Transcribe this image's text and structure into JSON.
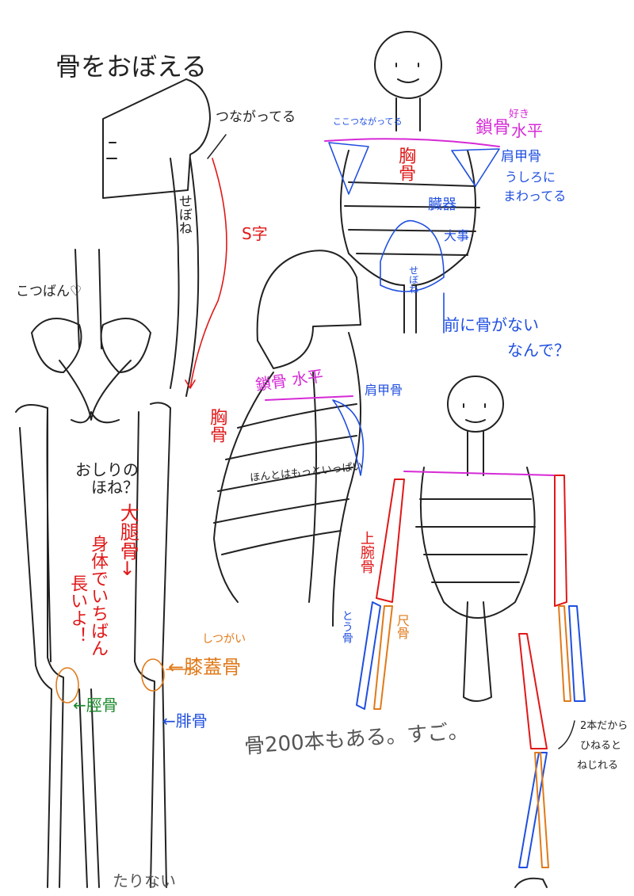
{
  "title": "骨をおぼえる",
  "colors": {
    "ink": "#222222",
    "red": "#e01818",
    "blue": "#1f4fe0",
    "magenta": "#d62ad6",
    "orange": "#e07a1a",
    "green": "#1a8a2a"
  },
  "left_figure": {
    "tsunagatteru": "つながってる",
    "sebone": "せぼね",
    "s_shape": "S字",
    "kotsuban": "こつばん♡",
    "oshiri": "おしりの",
    "hone": "ほね？",
    "femur": "大腿骨→",
    "longest": "身体でいちばん",
    "longest2": "長いよ！",
    "shitsugai": "しつがい",
    "patella": "←膝蓋骨",
    "tibia": "←脛骨",
    "fibula": "←腓骨",
    "tarinai": "たりない"
  },
  "side_figure": {
    "clavicle": "鎖骨 水平",
    "scapula": "肩甲骨",
    "sternum": "胸骨",
    "more_ribs": "ほんとはもっといっぱい"
  },
  "front_torso": {
    "connected": "ここつながってる",
    "clavicle": "鎖骨",
    "suki": "好き",
    "suihei": "水平",
    "sternum": "胸骨",
    "scapula": "肩甲骨",
    "behind1": "うしろに",
    "behind2": "まわってる",
    "organs": "臓器",
    "important": "大事",
    "spine": "せぼね",
    "question1": "前に骨がない",
    "question2": "なんで？"
  },
  "arm_figure": {
    "humerus": "上腕骨",
    "radius": "とう骨",
    "ulna": "尺骨",
    "twist1": "2本だから",
    "twist2": "ひねると",
    "twist3": "ねじれる"
  },
  "footer_note": "骨200本もある。すご。"
}
